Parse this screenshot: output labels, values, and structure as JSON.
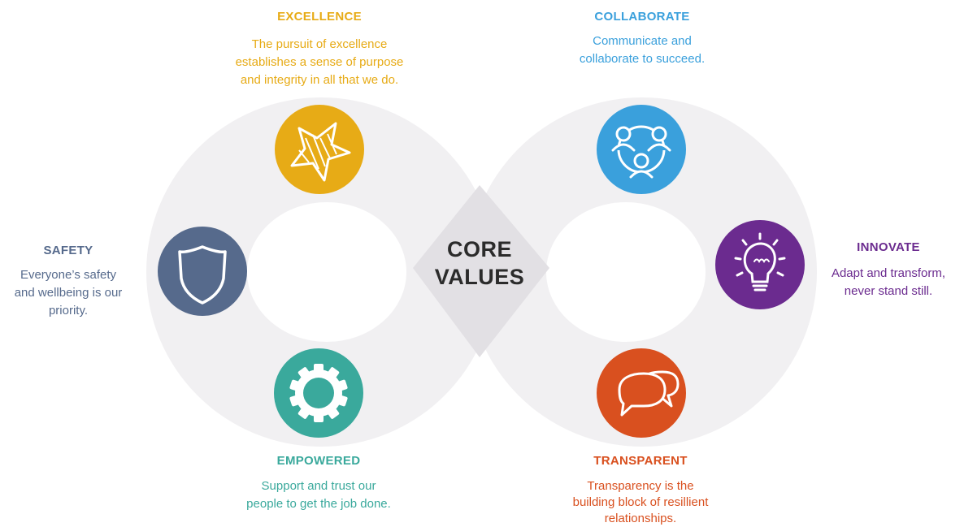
{
  "center": {
    "line1": "CORE",
    "line2": "VALUES"
  },
  "values": [
    {
      "title": "EXCELLENCE",
      "lines": [
        "The pursuit of excellence",
        "establishes a sense of purpose",
        "and integrity in all that we do."
      ],
      "color": "#e7ab16",
      "icon": "star-icon"
    },
    {
      "title": "COLLABORATE",
      "lines": [
        "Communicate and",
        "collaborate to succeed."
      ],
      "color": "#3aa0dc",
      "icon": "people-network-icon"
    },
    {
      "title": "SAFETY",
      "lines": [
        "Everyone’s safety",
        "and wellbeing is our",
        "priority."
      ],
      "color": "#566a8c",
      "icon": "shield-icon"
    },
    {
      "title": "INNOVATE",
      "lines": [
        "Adapt and transform,",
        "never stand still."
      ],
      "color": "#6b2b8f",
      "icon": "lightbulb-icon"
    },
    {
      "title": "EMPOWERED",
      "lines": [
        "Support and trust our",
        "people to get the job done."
      ],
      "color": "#3aa99c",
      "icon": "gear-icon"
    },
    {
      "title": "TRANSPARENT",
      "lines": [
        "Transparency is the",
        "building block of resillient",
        "relationships."
      ],
      "color": "#d9501f",
      "icon": "speech-bubbles-icon"
    }
  ],
  "colors": {
    "loop": "#f1f0f2",
    "center_diamond": "#e2e0e4"
  }
}
